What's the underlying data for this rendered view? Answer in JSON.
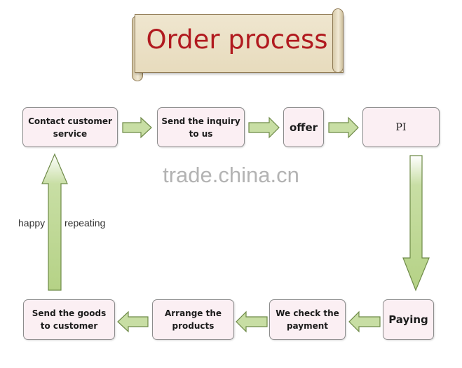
{
  "title": "Order process",
  "watermark": "trade.china.cn",
  "side_label": {
    "left": "happy",
    "right": "repeating"
  },
  "colors": {
    "box_fill": "#fbeff3",
    "arrow_fill": "#c8dea4",
    "arrow_stroke": "#6e8a48",
    "title_text": "#b11a1f"
  },
  "steps": [
    {
      "label": "Contact customer\nservice"
    },
    {
      "label": "Send the inquiry\nto us"
    },
    {
      "label": "offer"
    },
    {
      "label": "PI"
    },
    {
      "label": "Paying"
    },
    {
      "label": "We check the\npayment"
    },
    {
      "label": "Arrange the\nproducts"
    },
    {
      "label": "Send the goods\nto customer"
    }
  ]
}
